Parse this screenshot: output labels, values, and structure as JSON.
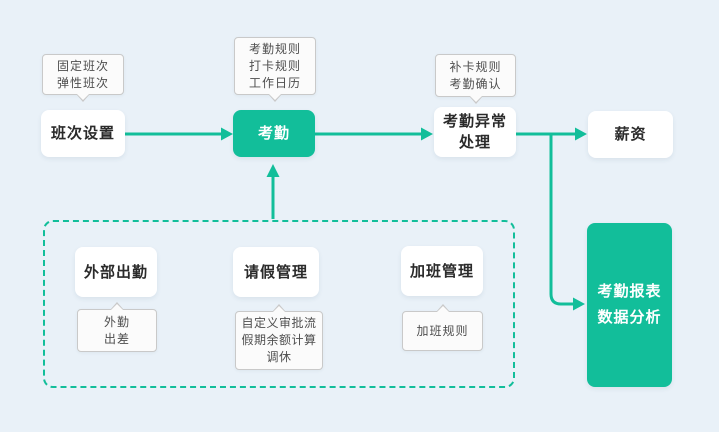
{
  "diagram": {
    "title": "attendance-system-flow",
    "nodes": {
      "shift": {
        "label": "班次设置"
      },
      "attendance": {
        "label": "考勤"
      },
      "exception": {
        "lines": [
          "考勤异常",
          "处理"
        ]
      },
      "salary": {
        "label": "薪资"
      },
      "report": {
        "lines": [
          "考勤报表",
          "数据分析"
        ]
      },
      "outwork": {
        "label": "外部出勤"
      },
      "leave": {
        "label": "请假管理"
      },
      "overtime": {
        "label": "加班管理"
      }
    },
    "tooltips": {
      "shift": {
        "lines": [
          "固定班次",
          "弹性班次"
        ]
      },
      "attendance": {
        "lines": [
          "考勤规则",
          "打卡规则",
          "工作日历"
        ]
      },
      "exception": {
        "lines": [
          "补卡规则",
          "考勤确认"
        ]
      },
      "outwork": {
        "lines": [
          "外勤",
          "出差"
        ]
      },
      "leave": {
        "lines": [
          "自定义审批流",
          "假期余额计算",
          "调休"
        ]
      },
      "overtime": {
        "lines": [
          "加班规则"
        ]
      }
    },
    "colors": {
      "accent_green": "#12BE9A",
      "background": "#E9F1F8",
      "node_background": "#FFFFFF",
      "node_text": "#2B2B2B",
      "green_node_text": "#FFFFFF",
      "tooltip_background": "#FBFBFB",
      "tooltip_border": "#C9C9C9",
      "tooltip_text": "#4E4E4E"
    }
  }
}
